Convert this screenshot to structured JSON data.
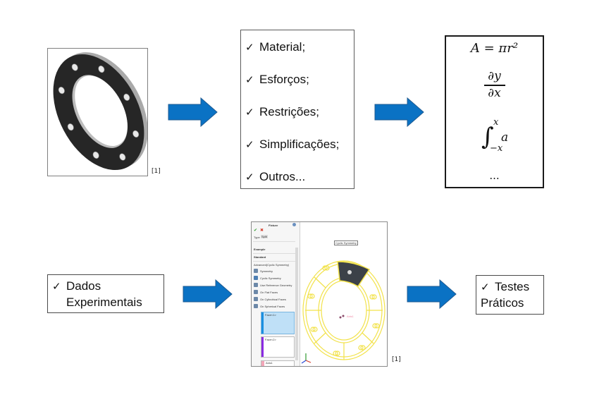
{
  "diagram": {
    "top_row": {
      "image_caption": "[1]",
      "image_subject": "flange-ring-3d-model",
      "checklist": [
        {
          "icon": "check-icon",
          "label": "Material;"
        },
        {
          "icon": "check-icon",
          "label": "Esforços;"
        },
        {
          "icon": "check-icon",
          "label": "Restrições;"
        },
        {
          "icon": "check-icon",
          "label": "Simplificações;"
        },
        {
          "icon": "check-icon",
          "label": "Outros..."
        }
      ],
      "equations": {
        "area": "A = πr²",
        "derivative_num": "∂y",
        "derivative_den": "∂x",
        "integral_upper": "x",
        "integral_lower": "−x",
        "integral_body": "a",
        "ellipsis": "..."
      }
    },
    "bottom_row": {
      "experimental": {
        "icon": "check-icon",
        "line1": "Dados",
        "line2": "Experimentais"
      },
      "software_screenshot": {
        "caption": "[1]",
        "panel_title": "Fixture",
        "tabs": [
          "Type",
          "Split"
        ],
        "sections": [
          "Example",
          "Standard",
          "Advanced(Cyclic Symmetry)"
        ],
        "options": [
          "Symmetry",
          "Cyclic Symmetry",
          "Use Reference Geometry",
          "On Flat Faces",
          "On Cylindrical Faces",
          "On Spherical Faces"
        ],
        "face1": "Face<1>",
        "face2": "Face<2>",
        "axis": "Axis1",
        "callout": "Cyclic Symmetry",
        "axis_label": "Axis1"
      },
      "tests": {
        "icon": "check-icon",
        "line1": "Testes",
        "line2": "Práticos"
      }
    },
    "colors": {
      "arrow_fill": "#0a72c4",
      "arrow_stroke": "#1f5b92",
      "wireframe": "#f2e24a"
    }
  }
}
